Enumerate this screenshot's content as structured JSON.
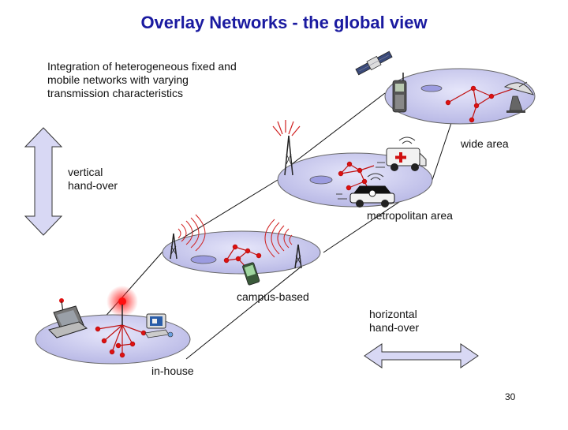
{
  "title": "Overlay Networks - the global view",
  "intro": {
    "line1": "Integration of heterogeneous fixed and",
    "line2": "mobile networks with varying",
    "line3": "transmission characteristics"
  },
  "labels": {
    "wide_area": "wide area",
    "vertical_1": "vertical",
    "vertical_2": "hand-over",
    "metropolitan": "metropolitan area",
    "campus": "campus-based",
    "horizontal_1": "horizontal",
    "horizontal_2": "hand-over",
    "in_house": "in-house"
  },
  "page_number": "30",
  "colors": {
    "title": "#1a1aa0",
    "disc_fill": "#c8c8ee",
    "node": "#e01010",
    "link": "#c01010",
    "arrow_fill": "#d8d8f4"
  }
}
